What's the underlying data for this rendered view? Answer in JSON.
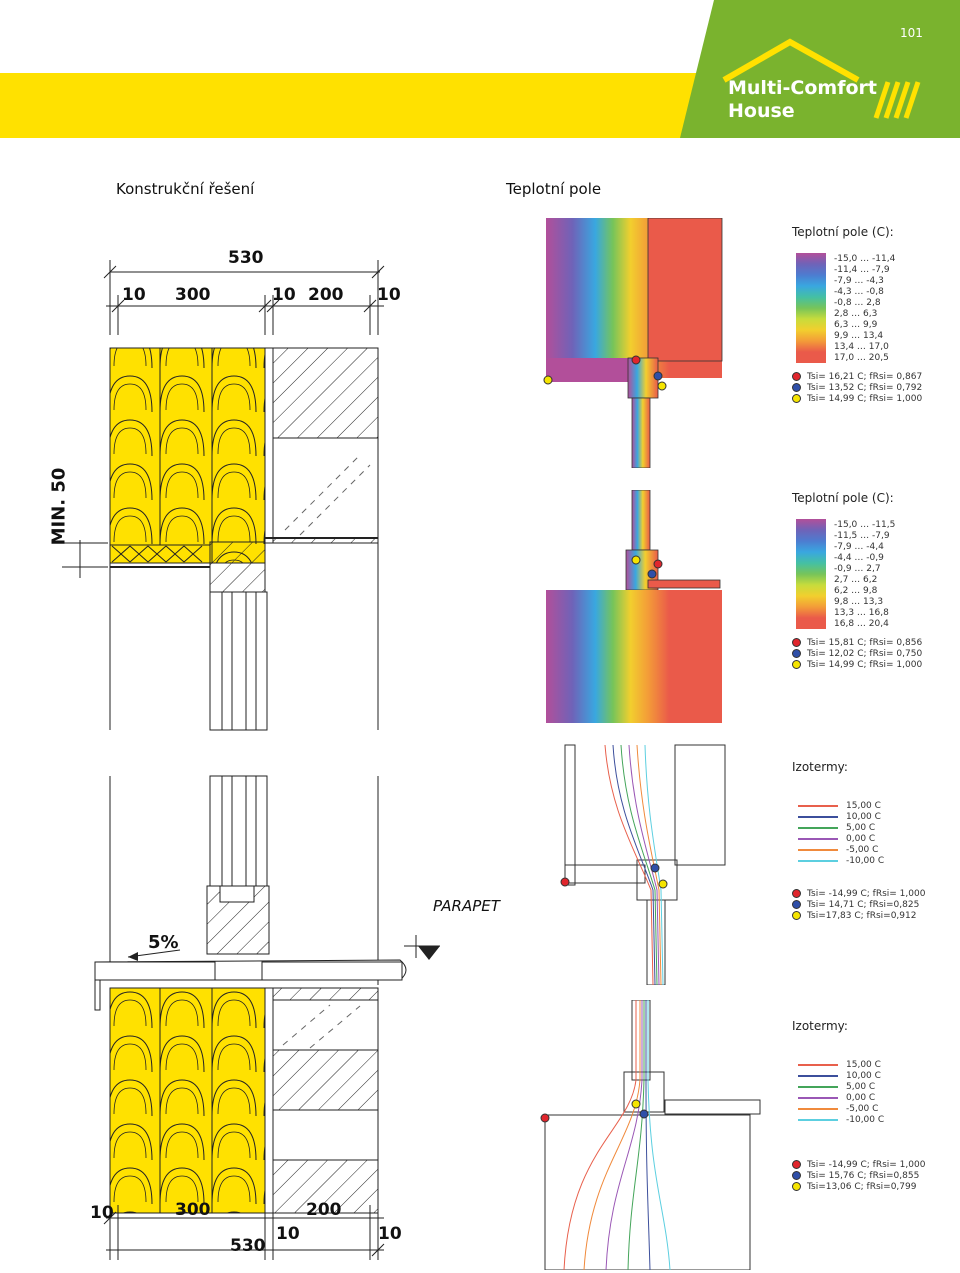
{
  "header": {
    "page_number": "101",
    "brand_line1": "Multi-Comfort",
    "brand_line2": "House"
  },
  "sections": {
    "left_title": "Konstrukční řešení",
    "right_title": "Teplotní pole"
  },
  "panel1": {
    "title": "Teplotní pole (C):",
    "ranges": [
      "-15,0 … -11,4",
      "-11,4 … -7,9",
      "-7,9 … -4,3",
      "-4,3 … -0,8",
      "-0,8 … 2,8",
      "2,8 … 6,3",
      "6,3 … 9,9",
      "9,9 … 13,4",
      "13,4 … 17,0",
      "17,0 … 20,5"
    ],
    "colors": [
      "#b24f9a",
      "#6f63b8",
      "#4d7cd0",
      "#39a7e0",
      "#44c0a4",
      "#76c45a",
      "#c7dc3c",
      "#f2cf2e",
      "#f39c38",
      "#ea5a4a"
    ],
    "points": [
      "Tsi= 16,21 C; fRsi= 0,867",
      "Tsi= 13,52 C; fRsi= 0,792",
      "Tsi= 14,99 C; fRsi= 1,000"
    ]
  },
  "panel2": {
    "title": "Teplotní pole (C):",
    "ranges": [
      "-15,0 … -11,5",
      "-11,5 … -7,9",
      "-7,9 … -4,4",
      "-4,4 … -0,9",
      "-0,9 … 2,7",
      "2,7 … 6,2",
      "6,2 … 9,8",
      "9,8 … 13,3",
      "13,3 … 16,8",
      "16,8 … 20,4"
    ],
    "colors": [
      "#b24f9a",
      "#6f63b8",
      "#4d7cd0",
      "#39a7e0",
      "#44c0a4",
      "#76c45a",
      "#c7dc3c",
      "#f2cf2e",
      "#f39c38",
      "#ea5a4a"
    ],
    "points": [
      "Tsi= 15,81 C; fRsi= 0,856",
      "Tsi= 12,02 C; fRsi= 0,750",
      "Tsi= 14,99 C; fRsi= 1,000"
    ]
  },
  "panel3": {
    "title": "Izotermy:",
    "lines": [
      "15,00 C",
      "10,00 C",
      "5,00 C",
      "0,00 C",
      "-5,00 C",
      "-10,00 C"
    ],
    "line_colors": [
      "#e8604c",
      "#3c4f9c",
      "#44a55a",
      "#9a57b5",
      "#f08a3c",
      "#5ccfe0"
    ],
    "points": [
      "Tsi= -14,99 C; fRsi= 1,000",
      "Tsi= 14,71 C; fRsi=0,825",
      "Tsi=17,83 C; fRsi=0,912"
    ]
  },
  "panel4": {
    "title": "Izotermy:",
    "lines": [
      "15,00 C",
      "10,00 C",
      "5,00 C",
      "0,00 C",
      "-5,00 C",
      "-10,00 C"
    ],
    "line_colors": [
      "#e8604c",
      "#3c4f9c",
      "#44a55a",
      "#9a57b5",
      "#f08a3c",
      "#5ccfe0"
    ],
    "points": [
      "Tsi= -14,99 C; fRsi= 1,000",
      "Tsi= 15,76 C; fRsi=0,855",
      "Tsi=13,06 C; fRsi=0,799"
    ]
  },
  "point_colors": [
    "#e0262d",
    "#2f4fa8",
    "#f5e400"
  ],
  "drawing": {
    "dim_top_total": "530",
    "dim_top_a": "10",
    "dim_top_b": "300",
    "dim_top_c": "10",
    "dim_top_d": "200",
    "dim_top_e": "10",
    "min_label": "MIN. 50",
    "slope_label": "5%",
    "parapet_label": "PARAPET",
    "dim_bot_a": "10",
    "dim_bot_b": "300",
    "dim_bot_c": "200",
    "dim_bot_total": "530",
    "dim_bot_d": "10",
    "dim_bot_e": "10"
  }
}
